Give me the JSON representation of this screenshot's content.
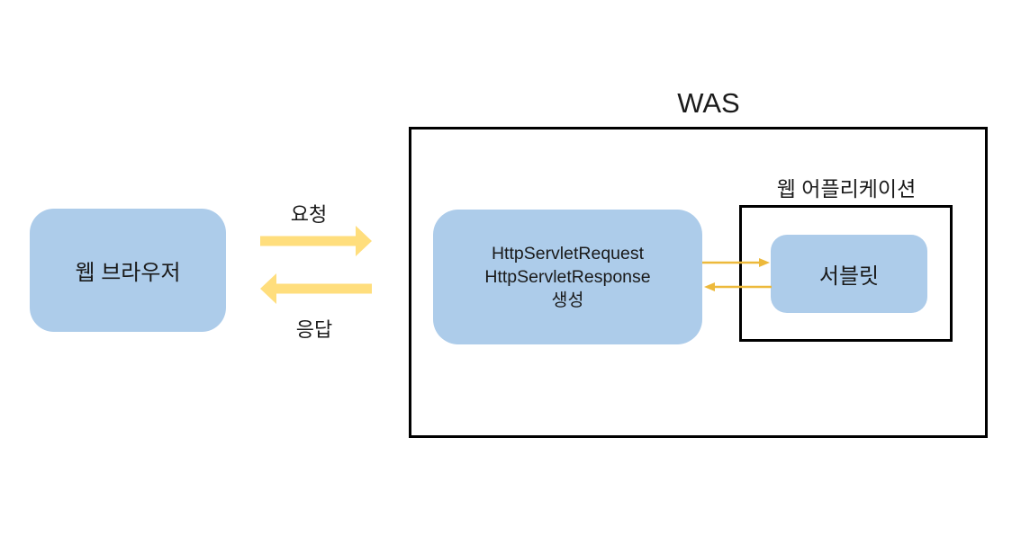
{
  "diagram": {
    "browser": {
      "label": "웹 브라우저"
    },
    "labels": {
      "request": "요청",
      "response": "응답"
    },
    "was": {
      "title": "WAS"
    },
    "http_box": {
      "lines": [
        "HttpServletRequest",
        "HttpServletResponse",
        "생성"
      ]
    },
    "web_app": {
      "title": "웹 어플리케이션"
    },
    "servlet": {
      "label": "서블릿"
    },
    "colors": {
      "box_fill": "#ADCCEA",
      "big_arrow": "#FFDE7D",
      "thin_arrow": "#EDB93B",
      "line_color": "#000000"
    }
  }
}
